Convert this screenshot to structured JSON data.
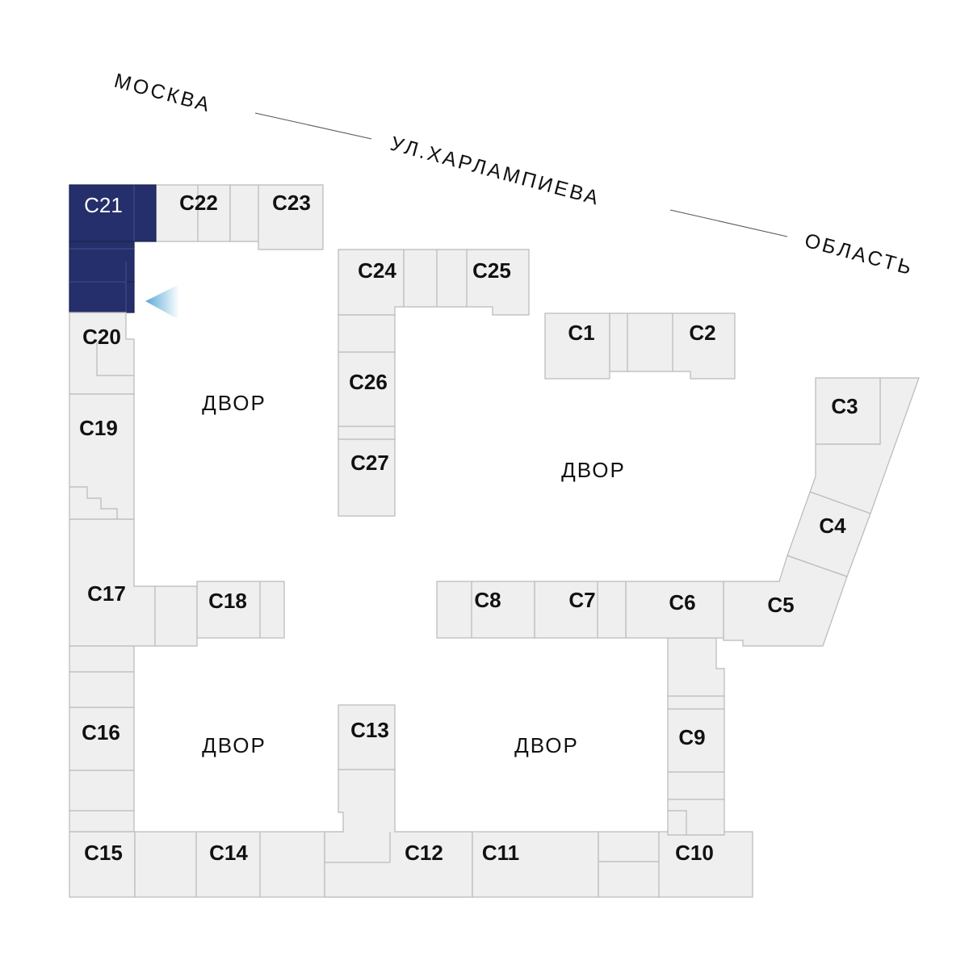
{
  "street": {
    "part1": "МОСКВА",
    "part2": "УЛ.ХАРЛАМПИЕВА",
    "part3": "ОБЛАСТЬ"
  },
  "yards": [
    "ДВОР",
    "ДВОР",
    "ДВОР",
    "ДВОР"
  ],
  "buildings": {
    "c1": "C1",
    "c2": "C2",
    "c3": "C3",
    "c4": "C4",
    "c5": "C5",
    "c6": "C6",
    "c7": "C7",
    "c8": "C8",
    "c9": "C9",
    "c10": "C10",
    "c11": "C11",
    "c12": "C12",
    "c13": "C13",
    "c14": "C14",
    "c15": "C15",
    "c16": "C16",
    "c17": "C17",
    "c18": "C18",
    "c19": "C19",
    "c20": "C20",
    "c21": "C21",
    "c22": "C22",
    "c23": "C23",
    "c24": "C24",
    "c25": "C25",
    "c26": "C26",
    "c27": "C27"
  },
  "selected_building": "C21",
  "colors": {
    "selected": "#252f6b",
    "room": "#efefef",
    "outline": "#b9b9b9",
    "view_marker": "#5aa9d6"
  },
  "icons": {
    "view_marker": "view-direction-icon"
  }
}
